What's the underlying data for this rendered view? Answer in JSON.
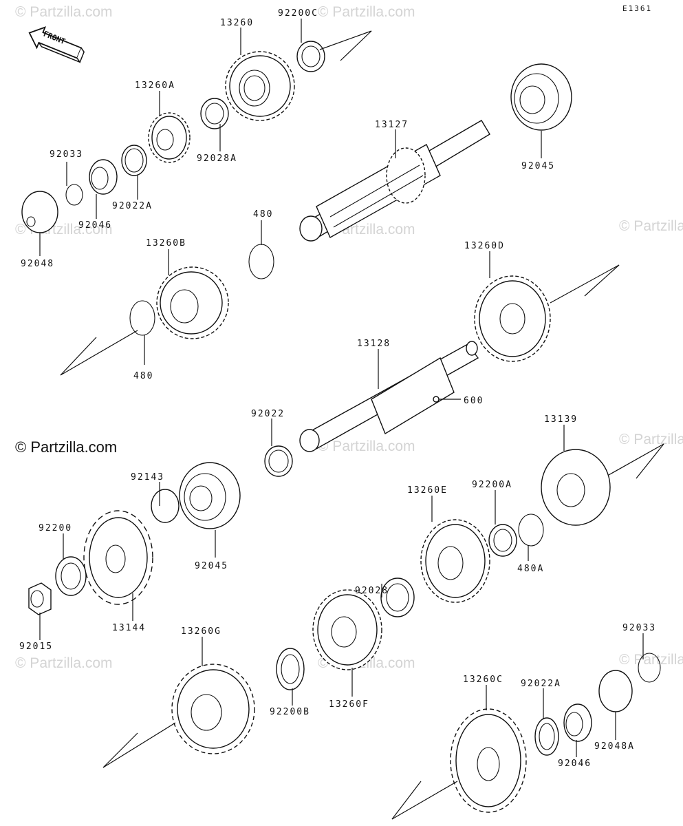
{
  "diagram_ref": "E1361",
  "brand_label": "© Partzilla.com",
  "watermark_text": "© Partzilla.com",
  "direction_label": "FRONT",
  "part_labels": [
    "13260",
    "92200C",
    "13260A",
    "92028A",
    "13127",
    "92045",
    "92033",
    "92022A",
    "92046",
    "92048",
    "480",
    "13260B",
    "480",
    "13260D",
    "13128",
    "600",
    "92022",
    "13139",
    "92143",
    "92045",
    "92200",
    "13144",
    "92015",
    "13260E",
    "92200A",
    "480A",
    "92028",
    "13260F",
    "13260G",
    "92200B",
    "92033",
    "13260C",
    "92022A",
    "92046",
    "92048A"
  ]
}
